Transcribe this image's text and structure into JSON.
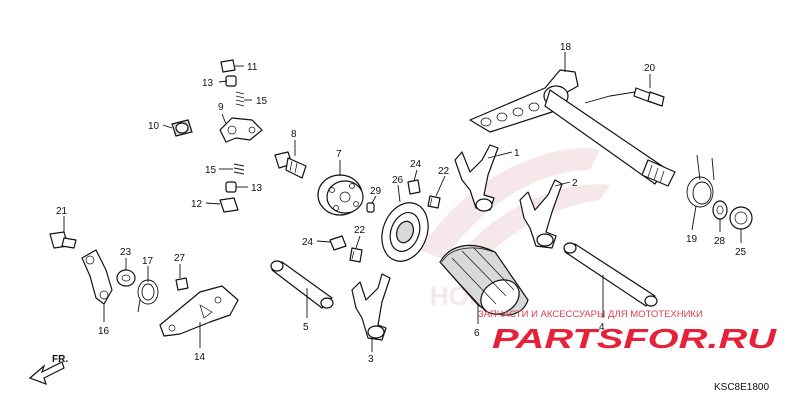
{
  "diagram": {
    "code": "KSC8E1800",
    "direction_label": "FR.",
    "watermark": {
      "tagline": "ЗАПЧАСТИ И АКСЕССУАРЫ ДЛЯ МОТОТЕХНИКИ",
      "brand": "PARTSFOR.RU",
      "colors": {
        "brand": "#e8213b",
        "tagline": "#d84050",
        "honda_wing": "#f0d6d9"
      }
    },
    "callouts": {
      "1": "1",
      "2": "2",
      "3": "3",
      "4": "4",
      "5": "5",
      "6": "6",
      "7": "7",
      "8": "8",
      "9": "9",
      "10": "10",
      "11": "11",
      "12": "12",
      "13a": "13",
      "13b": "13",
      "14": "14",
      "15a": "15",
      "15b": "15",
      "16": "16",
      "17": "17",
      "18": "18",
      "19": "19",
      "20": "20",
      "21": "21",
      "22a": "22",
      "22b": "22",
      "23": "23",
      "24a": "24",
      "24b": "24",
      "25": "25",
      "26": "26",
      "27": "27",
      "28": "28",
      "29": "29"
    }
  }
}
